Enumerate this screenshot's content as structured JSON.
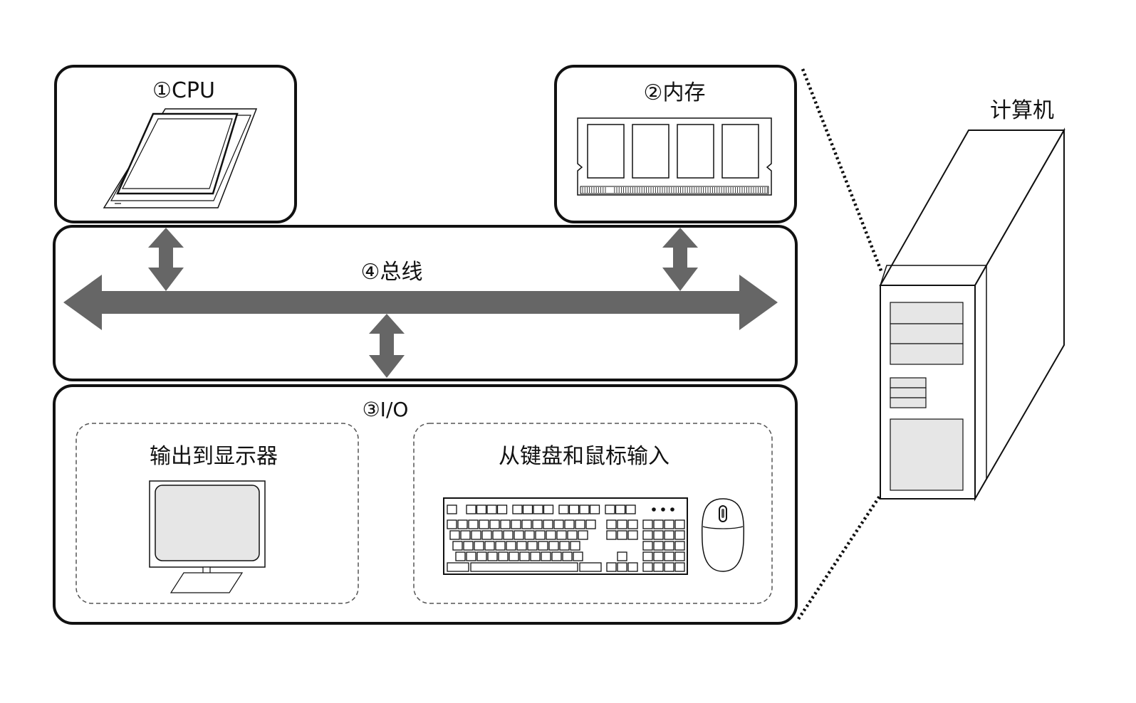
{
  "components": {
    "cpu": {
      "label": "①CPU"
    },
    "memory": {
      "label": "②内存"
    },
    "bus": {
      "label": "④总线"
    },
    "io": {
      "label": "③I/O",
      "output": {
        "label": "输出到显示器"
      },
      "input": {
        "label": "从键盘和鼠标输入"
      }
    }
  },
  "computer": {
    "label": "计算机"
  },
  "colors": {
    "arrow": "#666666",
    "screen": "#e6e6e6",
    "outline": "#111111"
  },
  "icons": [
    "cpu-chip-icon",
    "memory-module-icon",
    "monitor-icon",
    "keyboard-icon",
    "mouse-icon",
    "computer-tower-icon"
  ]
}
